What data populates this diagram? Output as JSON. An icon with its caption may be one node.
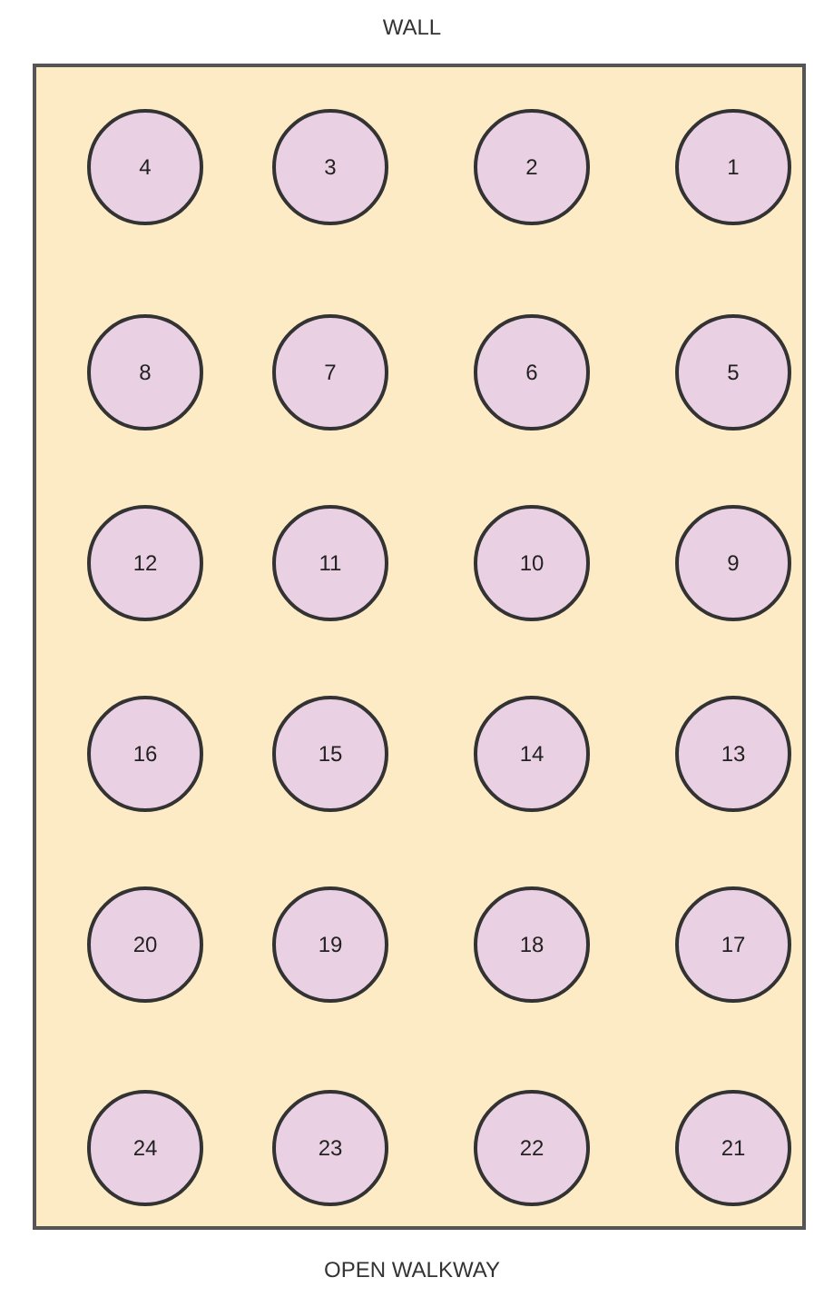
{
  "diagram": {
    "nodes": [
      {
        "text": [],
        "shape": "box"
      },
      {
        "text": [
          "4"
        ],
        "in": 0
      },
      {
        "text": [
          "3"
        ],
        "in": 0
      },
      {
        "text": [
          "2"
        ],
        "in": 0
      },
      {
        "text": [
          "1"
        ],
        "in": 0
      },
      {
        "text": [
          "8"
        ],
        "in": 0
      },
      {
        "text": [
          "7"
        ],
        "in": 0
      },
      {
        "text": [
          "6"
        ],
        "in": 0
      },
      {
        "text": [
          "5"
        ],
        "in": 0
      },
      {
        "text": [
          "12"
        ],
        "in": 0
      },
      {
        "text": [
          "11"
        ],
        "in": 0
      },
      {
        "text": [
          "10"
        ],
        "in": 0
      },
      {
        "text": [
          "9"
        ],
        "in": 0
      },
      {
        "text": [
          "16"
        ],
        "in": 0
      },
      {
        "text": [
          "15"
        ],
        "in": 0
      },
      {
        "text": [
          "14"
        ],
        "in": 0
      },
      {
        "text": [
          "13"
        ],
        "in": 0
      },
      {
        "text": [
          "20"
        ],
        "in": 0
      },
      {
        "text": [
          "19"
        ],
        "in": 0
      },
      {
        "text": [
          "18"
        ],
        "in": 0
      },
      {
        "text": [
          "17"
        ],
        "in": 0
      },
      {
        "text": [
          "24"
        ],
        "in": 0
      },
      {
        "text": [
          "23"
        ],
        "in": 0
      },
      {
        "text": [
          "22"
        ],
        "in": 0
      },
      {
        "text": [
          "21"
        ],
        "in": 0
      }
    ],
    "labels": [
      "WALL",
      "OPEN WALKWAY"
    ]
  }
}
